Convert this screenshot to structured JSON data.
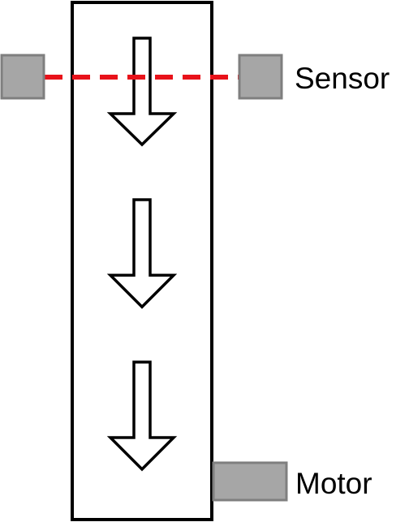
{
  "labels": {
    "sensor": "Sensor",
    "motor": "Motor"
  },
  "colors": {
    "beam": "#e8121a",
    "block_fill": "#a6a6a6",
    "block_stroke": "#7f7f7f",
    "outline": "#000000",
    "background": "#ffffff"
  },
  "flow": {
    "arrow_count": 3,
    "direction": "down"
  },
  "icons": {
    "arrow": "down-arrow-icon",
    "sensor_left": "sensor-emitter-block",
    "sensor_right": "sensor-receiver-block",
    "motor": "motor-block"
  }
}
